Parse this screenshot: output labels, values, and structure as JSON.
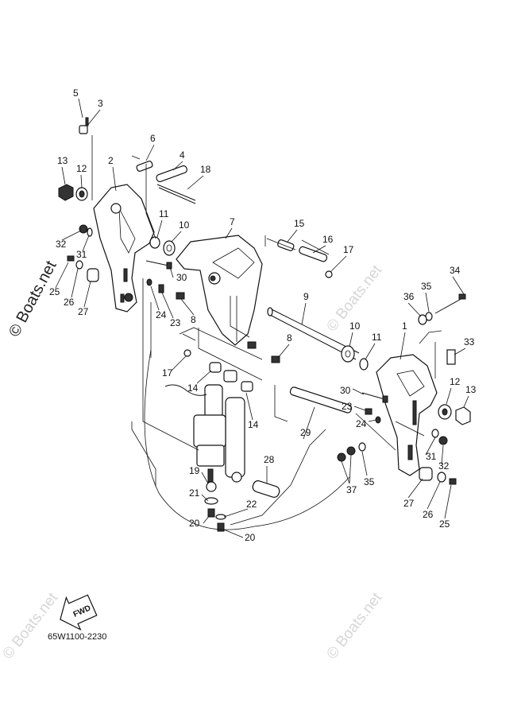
{
  "watermark": {
    "side_text": "© Boats.net",
    "mark_text": "© Boats.net"
  },
  "diagram_code": "65W1100-2230",
  "fwd_label": "FWD",
  "callouts": [
    {
      "id": "c5",
      "text": "5"
    },
    {
      "id": "c3",
      "text": "3"
    },
    {
      "id": "c13a",
      "text": "13"
    },
    {
      "id": "c12a",
      "text": "12"
    },
    {
      "id": "c2",
      "text": "2"
    },
    {
      "id": "c6",
      "text": "6"
    },
    {
      "id": "c4",
      "text": "4"
    },
    {
      "id": "c18",
      "text": "18"
    },
    {
      "id": "c11a",
      "text": "11"
    },
    {
      "id": "c10a",
      "text": "10"
    },
    {
      "id": "c7",
      "text": "7"
    },
    {
      "id": "c32a",
      "text": "32"
    },
    {
      "id": "c31a",
      "text": "31"
    },
    {
      "id": "c25a",
      "text": "25"
    },
    {
      "id": "c26a",
      "text": "26"
    },
    {
      "id": "c27a",
      "text": "27"
    },
    {
      "id": "c30a",
      "text": "30"
    },
    {
      "id": "c24a",
      "text": "24"
    },
    {
      "id": "c23a",
      "text": "23"
    },
    {
      "id": "c8a",
      "text": "8"
    },
    {
      "id": "c15",
      "text": "15"
    },
    {
      "id": "c16",
      "text": "16"
    },
    {
      "id": "c17a",
      "text": "17"
    },
    {
      "id": "c9",
      "text": "9"
    },
    {
      "id": "c8b",
      "text": "8"
    },
    {
      "id": "c17b",
      "text": "17"
    },
    {
      "id": "c14a",
      "text": "14"
    },
    {
      "id": "c14b",
      "text": "14"
    },
    {
      "id": "c34",
      "text": "34"
    },
    {
      "id": "c35a",
      "text": "35"
    },
    {
      "id": "c36",
      "text": "36"
    },
    {
      "id": "c1",
      "text": "1"
    },
    {
      "id": "c10b",
      "text": "10"
    },
    {
      "id": "c11b",
      "text": "11"
    },
    {
      "id": "c33",
      "text": "33"
    },
    {
      "id": "c30b",
      "text": "30"
    },
    {
      "id": "c12b",
      "text": "12"
    },
    {
      "id": "c13b",
      "text": "13"
    },
    {
      "id": "c23b",
      "text": "23"
    },
    {
      "id": "c24b",
      "text": "24"
    },
    {
      "id": "c29",
      "text": "29"
    },
    {
      "id": "c28",
      "text": "28"
    },
    {
      "id": "c31b",
      "text": "31"
    },
    {
      "id": "c32b",
      "text": "32"
    },
    {
      "id": "c37",
      "text": "37"
    },
    {
      "id": "c35b",
      "text": "35"
    },
    {
      "id": "c19",
      "text": "19"
    },
    {
      "id": "c21",
      "text": "21"
    },
    {
      "id": "c22",
      "text": "22"
    },
    {
      "id": "c20a",
      "text": "20"
    },
    {
      "id": "c20b",
      "text": "20"
    },
    {
      "id": "c27b",
      "text": "27"
    },
    {
      "id": "c26b",
      "text": "26"
    },
    {
      "id": "c25b",
      "text": "25"
    }
  ]
}
